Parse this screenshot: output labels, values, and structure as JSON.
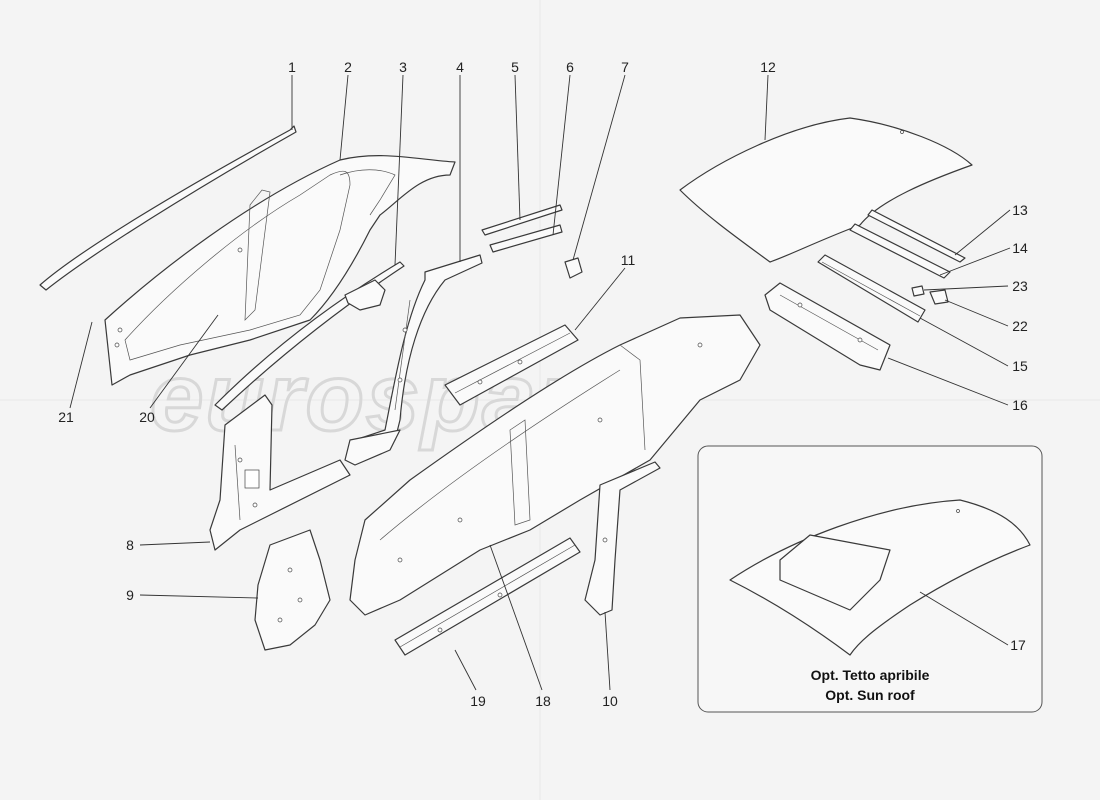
{
  "watermark": {
    "text": "eurospares"
  },
  "callouts": {
    "1": "1",
    "2": "2",
    "3": "3",
    "4": "4",
    "5": "5",
    "6": "6",
    "7": "7",
    "8": "8",
    "9": "9",
    "10": "10",
    "11": "11",
    "12": "12",
    "13": "13",
    "14": "14",
    "15": "15",
    "16": "16",
    "17": "17",
    "18": "18",
    "19": "19",
    "20": "20",
    "21": "21",
    "22": "22",
    "23": "23"
  },
  "inset": {
    "caption_line1": "Opt. Tetto apribile",
    "caption_line2": "Opt. Sun roof"
  }
}
